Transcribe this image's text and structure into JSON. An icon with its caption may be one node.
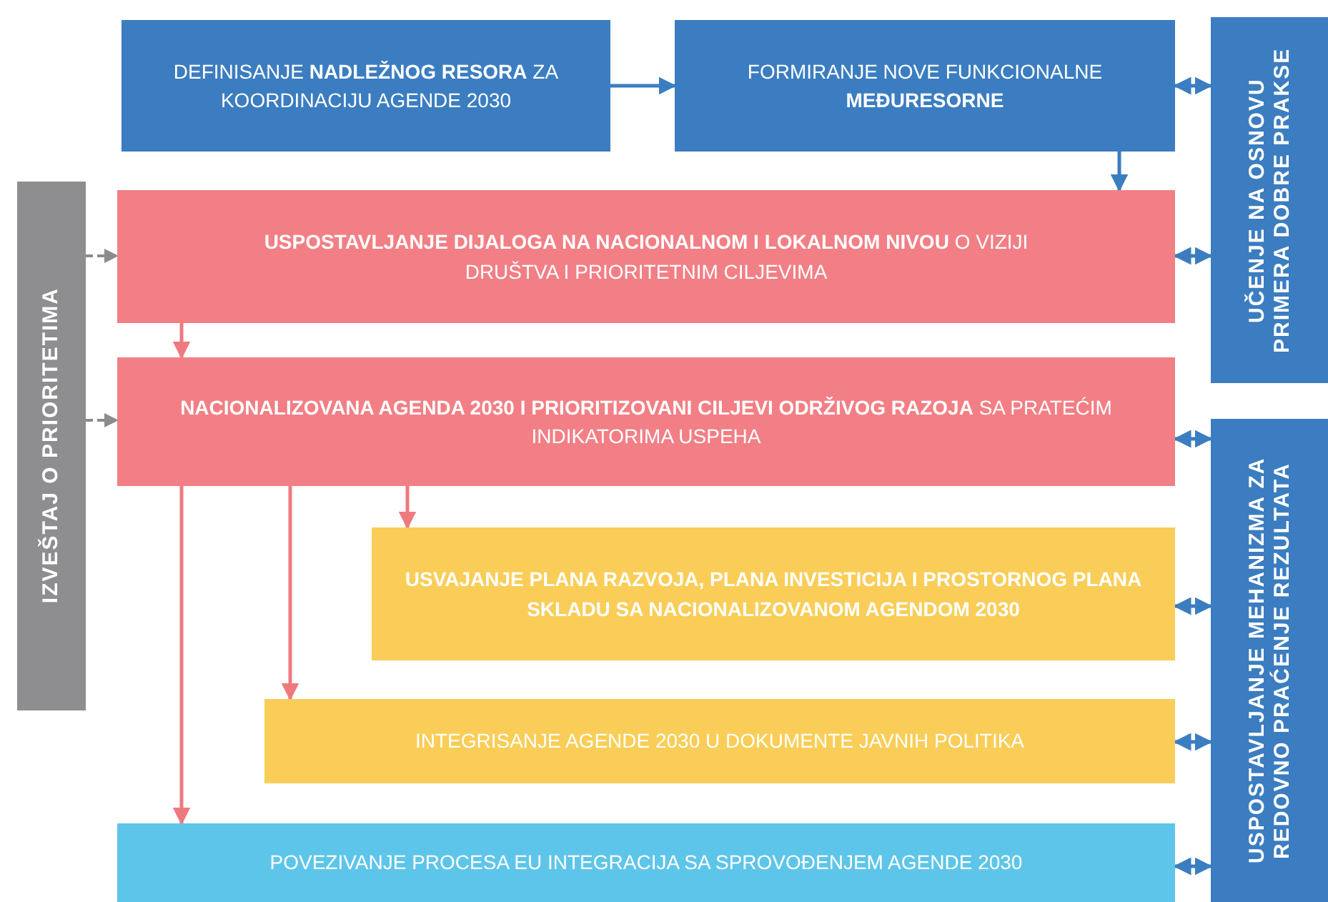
{
  "diagram": {
    "nodes": [
      {
        "text": [
          "DEFINISANJE **NADLEŽNOG RESORA** ZA KOORDINACIJU AGENDE 2030"
        ]
      },
      {
        "text": [
          "FORMIRANJE NOVE FUNKCIONALNE **MEĐURESORNE**"
        ]
      },
      {
        "text": [
          "UČENJE NA OSNOVU PRIMERA DOBRE PRAKSE"
        ]
      },
      {
        "text": [
          "IZVEŠTAJ O PRIORITETIMA"
        ]
      },
      {
        "text": [
          "**USPOSTAVLJANJE DIJALOGA NA NACIONALNOM I LOKALNOM NIVOU** O VIZIJI DRUŠTVA I PRIORITETNIM CILJEVIMA"
        ]
      },
      {
        "text": [
          "**NACIONALIZOVANA AGENDA 2030 I PRIORITIZOVANI CILJEVI ODRŽIVOG RAZOJA** SA PRATEĆIM INDIKATORIMA USPEHA"
        ]
      },
      {
        "text": [
          "USVAJANJE PLANA RAZVOJA, PLANA INVESTICIJA I PROSTORNOG PLANA SKLADU SA NACIONALIZOVANOM AGENDOM 2030"
        ]
      },
      {
        "text": [
          "INTEGRISANJE AGENDE 2030 U DOKUMENTE JAVNIH POLITIKA"
        ]
      },
      {
        "text": [
          "POVEZIVANJE PROCESA EU INTEGRACIJA SA SPROVOĐENJEM AGENDE 2030"
        ]
      },
      {
        "text": [
          "USPOSTAVLJANJE MEHANIZMA ZA REDOVNO PRAĆENJE REZULTATA"
        ]
      }
    ],
    "edges": [
      {
        "from": 0,
        "to": 1,
        "arrow": "to"
      },
      {
        "from": 1,
        "to": 4,
        "arrow": "to"
      },
      {
        "from": 1,
        "to": 2,
        "arrow": "both"
      },
      {
        "from": 4,
        "to": 2,
        "arrow": "both"
      },
      {
        "from": 3,
        "to": 4,
        "arrow": "to",
        "style": "dashed",
        "color": "#8c8c8c"
      },
      {
        "from": 3,
        "to": 5,
        "arrow": "to",
        "style": "dashed",
        "color": "#8c8c8c"
      },
      {
        "from": 4,
        "to": 5,
        "arrow": "to",
        "color": "#ee7a80"
      },
      {
        "from": 5,
        "to": 6,
        "arrow": "to",
        "color": "#ee7a80"
      },
      {
        "from": 5,
        "to": 7,
        "arrow": "to",
        "color": "#ee7a80"
      },
      {
        "from": 5,
        "to": 8,
        "arrow": "to",
        "color": "#ee7a80"
      },
      {
        "from": 5,
        "to": 9,
        "arrow": "both"
      },
      {
        "from": 6,
        "to": 9,
        "arrow": "both"
      },
      {
        "from": 7,
        "to": 9,
        "arrow": "both"
      },
      {
        "from": 8,
        "to": 9,
        "arrow": "both"
      }
    ]
  }
}
